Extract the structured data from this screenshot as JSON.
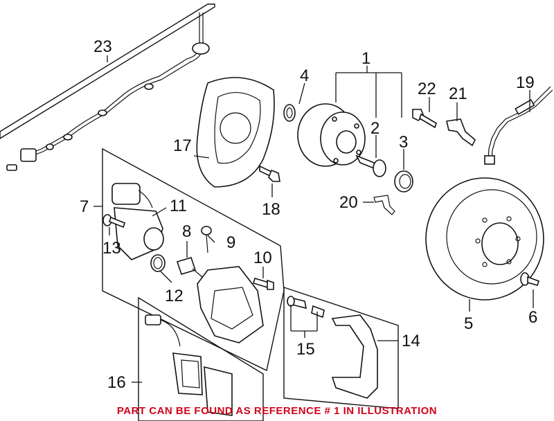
{
  "callouts": {
    "c1": "1",
    "c2": "2",
    "c3": "3",
    "c4": "4",
    "c5": "5",
    "c6": "6",
    "c7": "7",
    "c8": "8",
    "c9": "9",
    "c10": "10",
    "c11": "11",
    "c12": "12",
    "c13": "13",
    "c14": "14",
    "c15": "15",
    "c16": "16",
    "c17": "17",
    "c18": "18",
    "c19": "19",
    "c20": "20",
    "c21": "21",
    "c22": "22",
    "c23": "23"
  },
  "footer": {
    "text": "PART CAN BE FOUND AS REFERENCE # 1 IN ILLUSTRATION",
    "color": "#d0021b"
  },
  "line_color": "#111111"
}
